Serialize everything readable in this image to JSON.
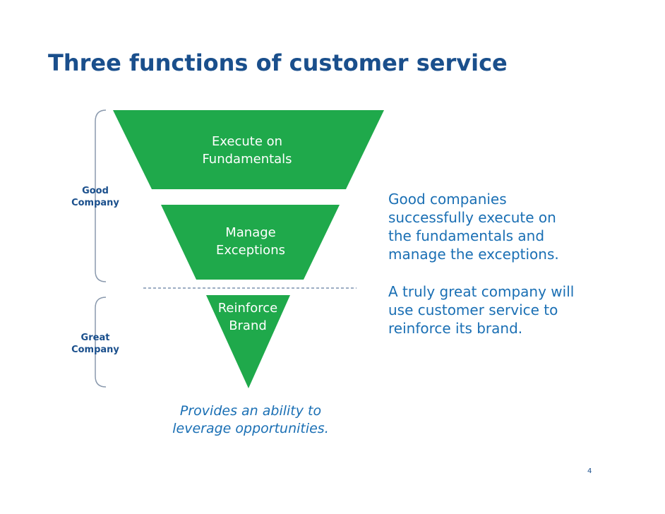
{
  "title": "Three functions of customer service",
  "brackets": {
    "good": [
      "Good",
      "Company"
    ],
    "great": [
      "Great",
      "Company"
    ]
  },
  "tiers": [
    {
      "lines": [
        "Execute on",
        "Fundamentals"
      ]
    },
    {
      "lines": [
        "Manage",
        "Exceptions"
      ]
    },
    {
      "lines": [
        "Reinforce",
        "Brand"
      ]
    }
  ],
  "description": {
    "good": [
      "Good companies",
      "successfully execute on",
      "the fundamentals and",
      "manage the exceptions."
    ],
    "great": [
      "A truly great company will",
      "use customer service to",
      "reinforce its brand."
    ]
  },
  "caption": [
    "Provides an ability to",
    "leverage opportunities."
  ],
  "page_number": "4",
  "colors": {
    "tier_fill": "#1fa94b",
    "title": "#1a4f8c",
    "text": "#1a6fb4",
    "bracket": "#8a99ad",
    "divider": "#3b5b8a"
  }
}
